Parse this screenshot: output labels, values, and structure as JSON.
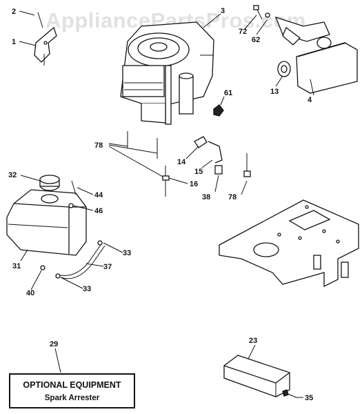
{
  "watermark": "AppliancePartsPros.com",
  "callouts": {
    "c1": "1",
    "c2": "2",
    "c3": "3",
    "c4": "4",
    "c13": "13",
    "c14": "14",
    "c15": "15",
    "c16": "16",
    "c23": "23",
    "c29": "29",
    "c31": "31",
    "c32": "32",
    "c33a": "33",
    "c33b": "33",
    "c35": "35",
    "c37": "37",
    "c38": "38",
    "c40": "40",
    "c44": "44",
    "c46": "46",
    "c61": "61",
    "c62": "62",
    "c72": "72",
    "c78a": "78",
    "c78b": "78"
  },
  "optional_box": {
    "title": "OPTIONAL EQUIPMENT",
    "subtitle": "Spark Arrester"
  }
}
